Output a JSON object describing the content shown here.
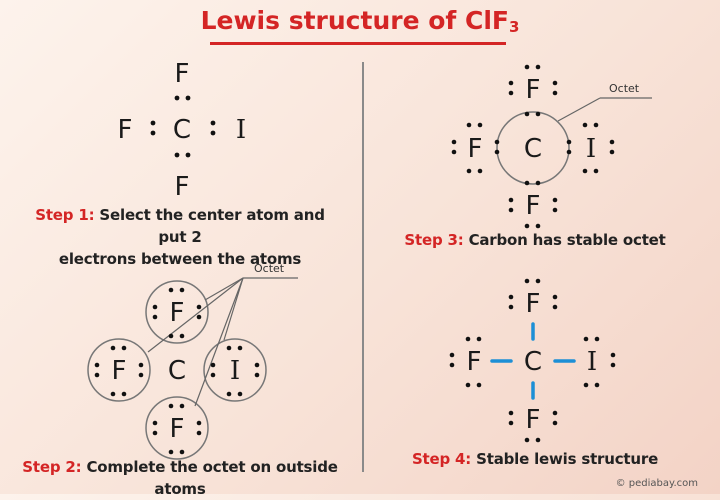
{
  "title": {
    "main": "Lewis structure of ClF",
    "sub": "3"
  },
  "atoms": {
    "fluorine": "F",
    "carbon": "C",
    "iodine": "I"
  },
  "octet_label": "Octet",
  "steps": [
    {
      "label": "Step 1:",
      "text": "Select the center atom and put 2",
      "text2": "electrons between the atoms"
    },
    {
      "label": "Step 2:",
      "text": "Complete the octet on outside atoms"
    },
    {
      "label": "Step 3:",
      "text": "Carbon has stable octet"
    },
    {
      "label": "Step 4:",
      "text": "Stable lewis structure"
    }
  ],
  "credit": "© pediabay.com",
  "colors": {
    "step_red": "#d42525",
    "bond_blue": "#1c8fd6",
    "text": "#1a1a1a"
  }
}
